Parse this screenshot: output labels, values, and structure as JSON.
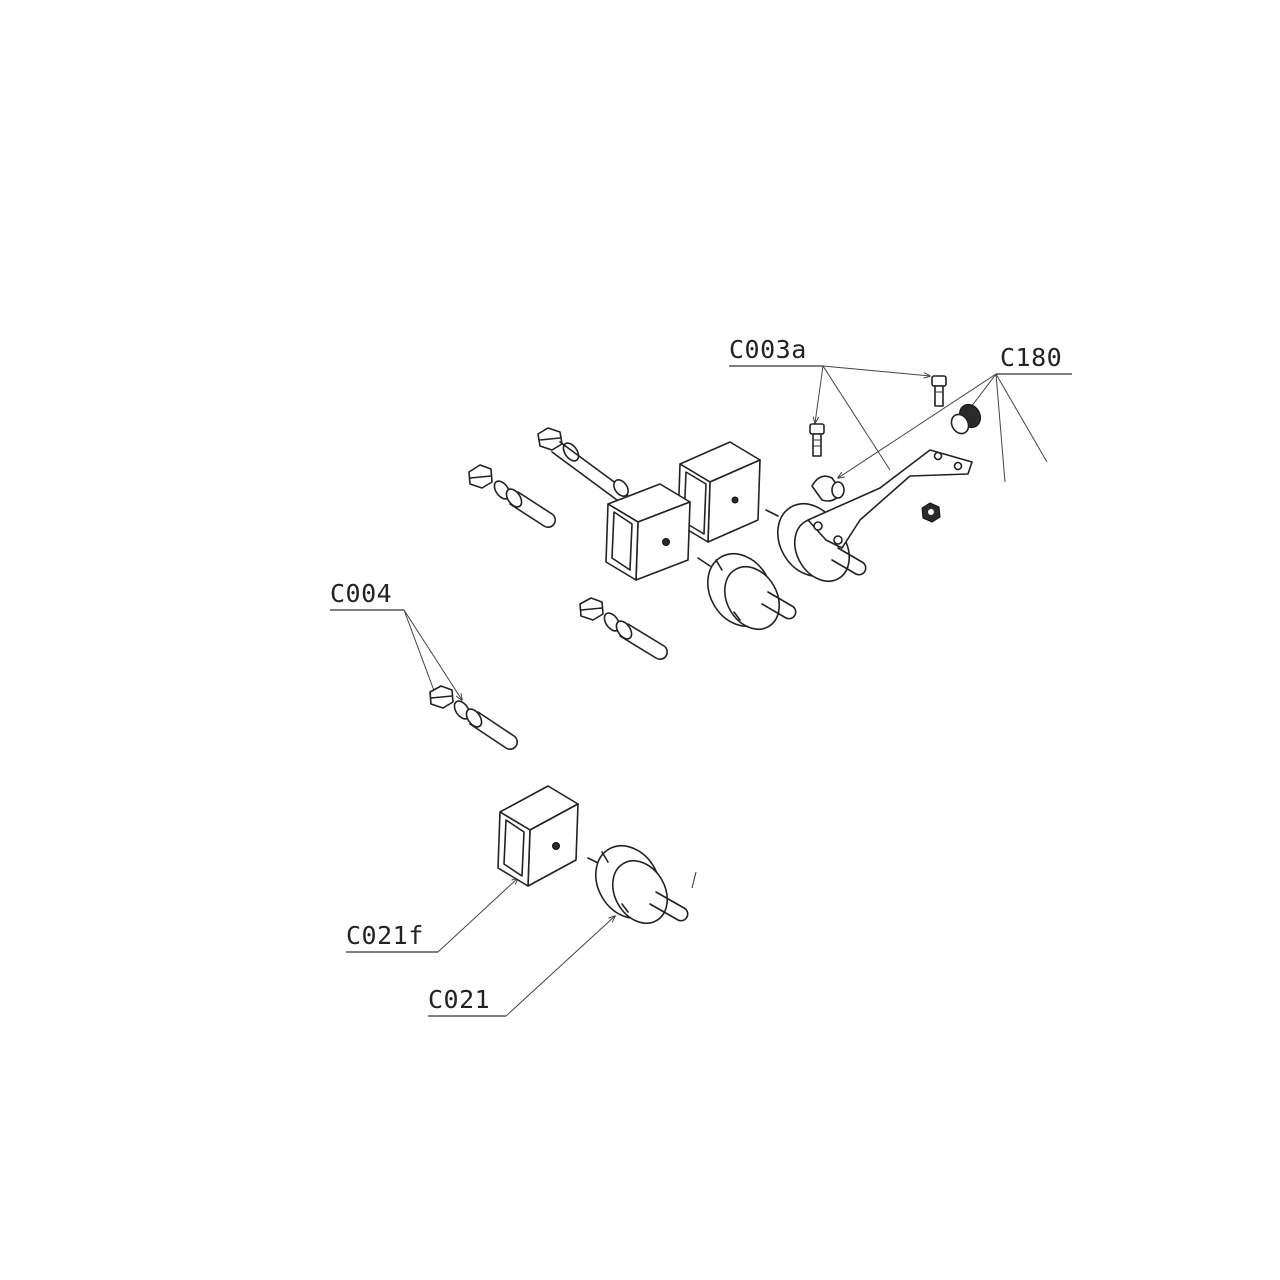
{
  "diagram": {
    "line_color": "#222222",
    "background": "#ffffff",
    "callouts": {
      "c003a": "C003a",
      "c180": "C180",
      "c004": "C004",
      "c021f": "C021f",
      "c021": "C021"
    }
  }
}
